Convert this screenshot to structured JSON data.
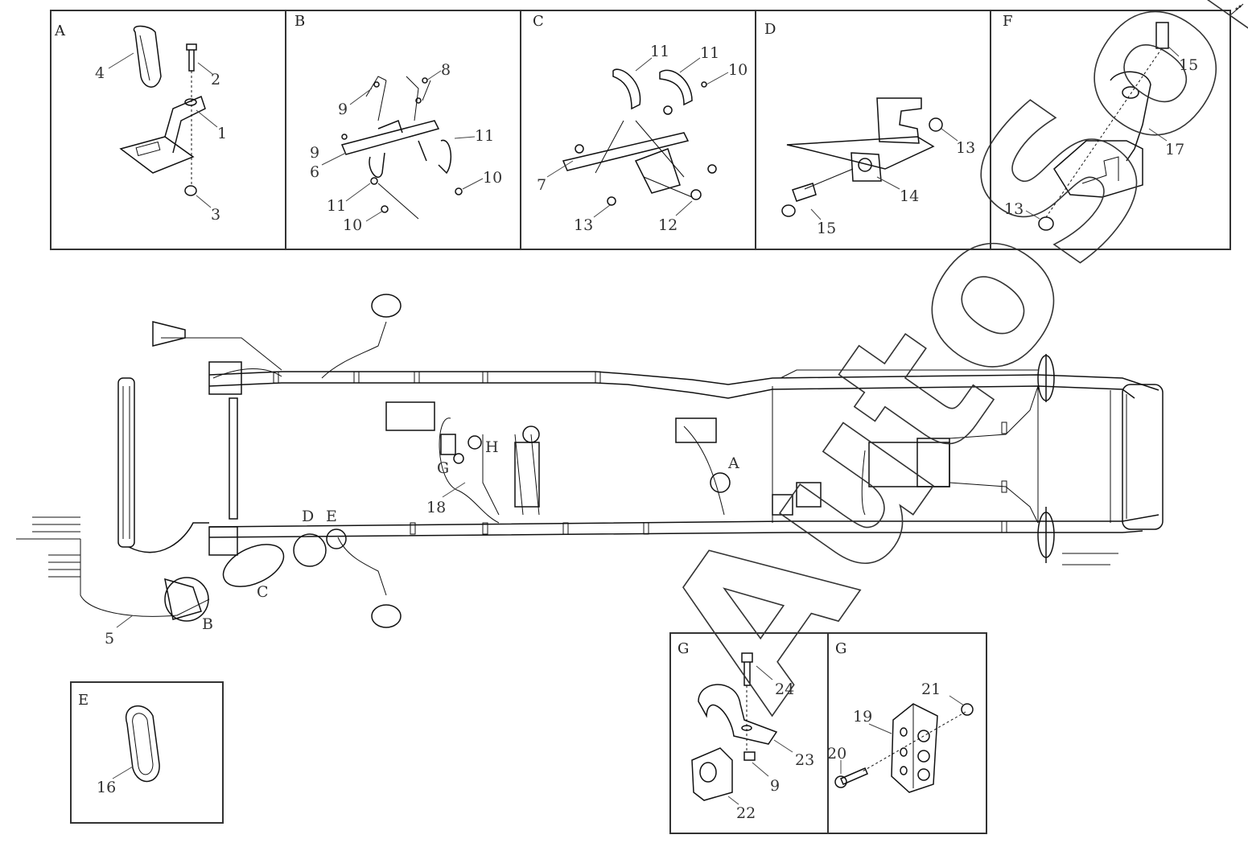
{
  "panels": {
    "A": {
      "letter": "A",
      "callouts": [
        "4",
        "2",
        "1",
        "3"
      ]
    },
    "B": {
      "letter": "B",
      "callouts": [
        "8",
        "9",
        "9",
        "6",
        "11",
        "10",
        "11",
        "10"
      ]
    },
    "C": {
      "letter": "C",
      "callouts": [
        "11",
        "11",
        "10",
        "7",
        "13",
        "12"
      ]
    },
    "D": {
      "letter": "D",
      "callouts": [
        "13",
        "14",
        "15"
      ]
    },
    "F": {
      "letter": "F",
      "callouts": [
        "15",
        "17",
        "13"
      ]
    },
    "E": {
      "letter": "E",
      "callouts": [
        "16"
      ]
    },
    "G1": {
      "letter": "G",
      "callouts": [
        "24",
        "23",
        "9",
        "22"
      ]
    },
    "G2": {
      "letter": "G",
      "callouts": [
        "21",
        "19",
        "20"
      ]
    }
  },
  "main": {
    "zone_labels": [
      "D",
      "E",
      "C",
      "B",
      "G",
      "H",
      "A"
    ],
    "callouts": [
      "18",
      "5"
    ]
  },
  "watermark": "AutoSoft",
  "icons": {
    "frame": "chassis-frame-diagram",
    "bracket": "bracket-part-icon",
    "grommet": "grommet-icon",
    "clamp": "clamp-block-icon"
  }
}
